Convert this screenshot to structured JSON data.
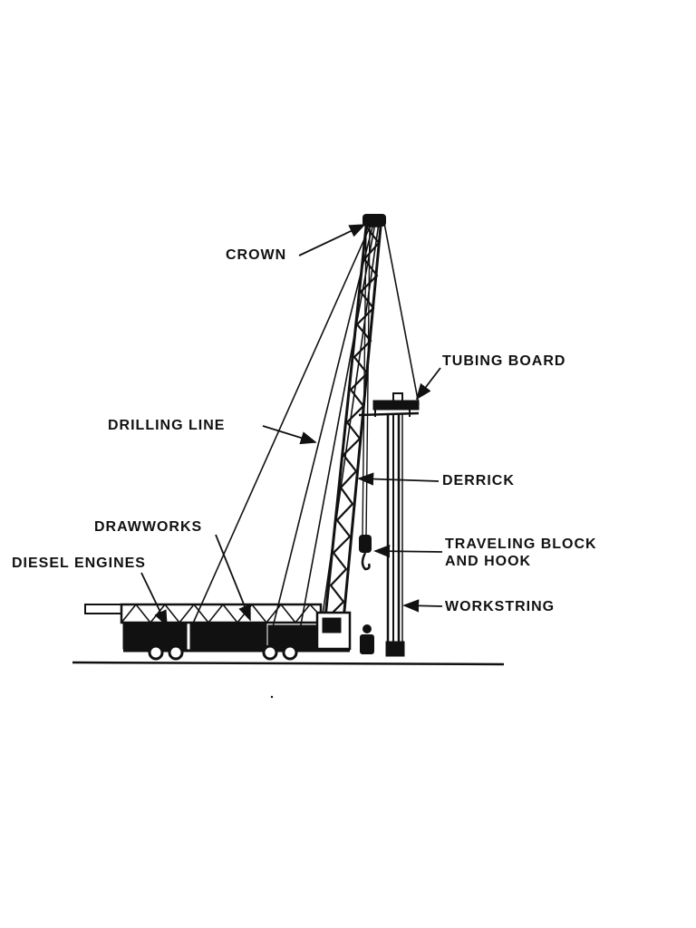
{
  "colors": {
    "ink": "#111111",
    "background": "#ffffff"
  },
  "labels": {
    "crown": "CROWN",
    "tubing_board": "TUBING BOARD",
    "drilling_line": "DRILLING LINE",
    "derrick": "DERRICK",
    "drawworks": "DRAWWORKS",
    "diesel_engines": "DIESEL ENGINES",
    "traveling_block_line1": "TRAVELING BLOCK",
    "traveling_block_line2": "AND HOOK",
    "workstring": "WORKSTRING"
  }
}
